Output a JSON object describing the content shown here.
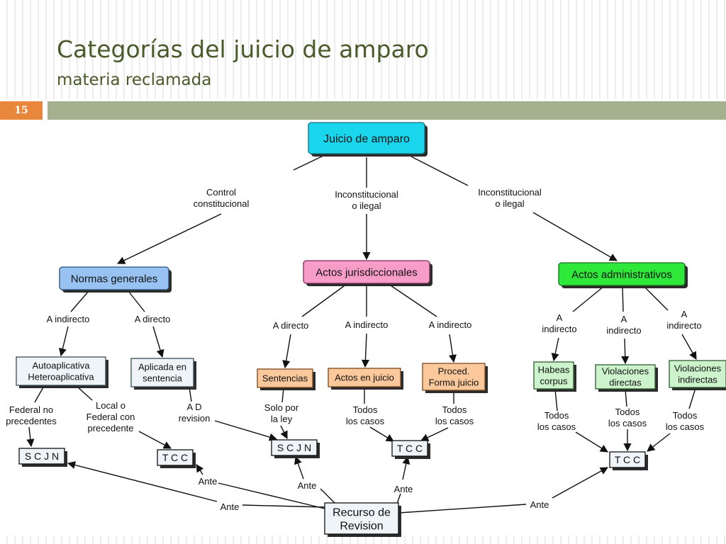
{
  "slide": {
    "title": "Categorías del juicio de amparo",
    "subtitle": "materia reclamada",
    "page_number": "15",
    "colors": {
      "title": "#4a5a2a",
      "badge": "#e8873c",
      "bar": "#a4b08e"
    }
  },
  "diagram": {
    "nodes": {
      "root": "Juicio de amparo",
      "normas": "Normas generales",
      "actosjur": "Actos jurisdiccionales",
      "actosadm": "Actos administrativos",
      "autoap": [
        "Autoaplicativa",
        "Heteroaplicativa"
      ],
      "aplicada": [
        "Aplicada en",
        "sentencia"
      ],
      "sentencias": "Sentencias",
      "actosjuicio": "Actos en juicio",
      "proced": [
        "Proced.",
        "Forma juicio"
      ],
      "habeas": [
        "Habeas",
        "corpus"
      ],
      "viodir": [
        "Violaciones",
        "directas"
      ],
      "vioind": [
        "Violaciones",
        "indirectas"
      ],
      "scjn1": "S C J N",
      "tcc1": "T C C",
      "scjn2": "S C J N",
      "tcc2": "T C C",
      "tcc3": "T C C",
      "recurso": [
        "Recurso de",
        "Revision"
      ]
    },
    "edge_labels": {
      "control": [
        "Control",
        "constitucional"
      ],
      "incons1": [
        "Inconstitucional",
        "o ilegal"
      ],
      "incons2": [
        "Inconstitucional",
        "o ilegal"
      ],
      "aind1": [
        "A indirecto"
      ],
      "adir1": [
        "A directo"
      ],
      "adir2": [
        "A directo"
      ],
      "aind2": [
        "A indirecto"
      ],
      "aind3": [
        "A indirecto"
      ],
      "aind4": [
        "A",
        "indirecto"
      ],
      "aind5": [
        "A",
        "indirecto"
      ],
      "aind6": [
        "A",
        "indirecto"
      ],
      "federalno": [
        "Federal no",
        "precedentes"
      ],
      "localo": [
        "Local o",
        "Federal con",
        "precedente"
      ],
      "adrev": [
        "A D",
        "revision"
      ],
      "sololey": [
        "Solo por",
        "la ley"
      ],
      "todos1": [
        "Todos",
        "los casos"
      ],
      "todos2": [
        "Todos",
        "los casos"
      ],
      "todos3": [
        "Todos",
        "los casos"
      ],
      "todos4": [
        "Todos",
        "los casos"
      ],
      "todos5": [
        "Todos",
        "los casos"
      ],
      "ante1": [
        "Ante"
      ],
      "ante2": [
        "Ante"
      ],
      "ante3": [
        "Ante"
      ],
      "ante4": [
        "Ante"
      ],
      "ante5": [
        "Ante"
      ]
    }
  }
}
